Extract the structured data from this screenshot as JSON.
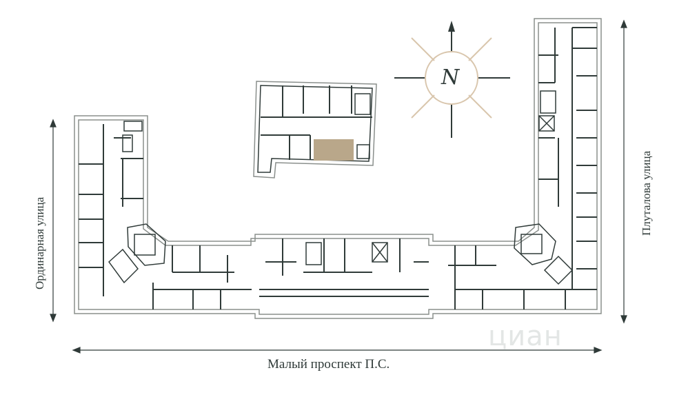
{
  "streets": {
    "bottom": "Малый проспект П.С.",
    "left": "Ординарная улица",
    "right": "Плуталова улица"
  },
  "compass": {
    "letter": "N"
  },
  "watermark": "циан",
  "colors": {
    "wall": "#2f3a38",
    "outline": "#8a8f8c",
    "highlight": "#b9a78a",
    "compass_ray": "#d9c6ad"
  }
}
